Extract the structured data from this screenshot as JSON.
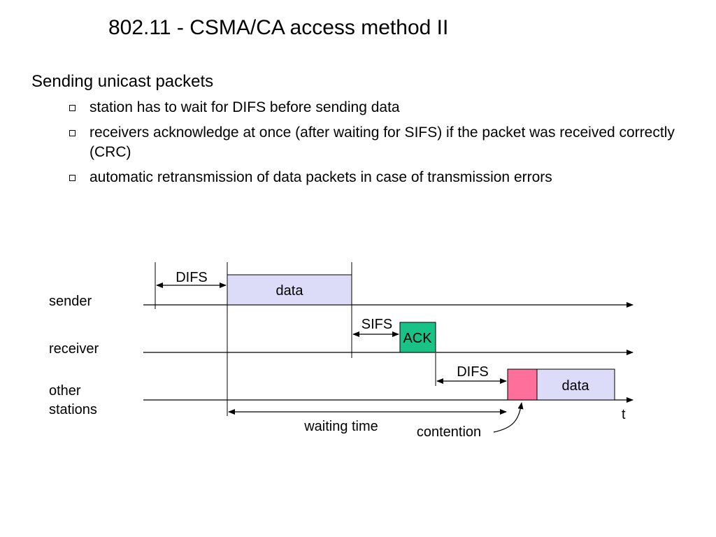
{
  "slide": {
    "title": "802.11 - CSMA/CA access method II",
    "heading": "Sending unicast packets",
    "bullets": [
      "station has to wait for DIFS before sending data",
      "receivers acknowledge at once (after waiting for SIFS) if the packet was received correctly (CRC)",
      "automatic retransmission of data packets in case of transmission errors"
    ]
  },
  "diagram": {
    "rows": {
      "sender": "sender",
      "receiver": "receiver",
      "other_line1": "other",
      "other_line2": "stations"
    },
    "labels": {
      "difs_sender": "DIFS",
      "data_sender": "data",
      "sifs": "SIFS",
      "ack": "ACK",
      "difs_other": "DIFS",
      "data_other": "data",
      "waiting_time": "waiting time",
      "contention": "contention",
      "time_axis": "t"
    },
    "colors": {
      "data_fill": "#dcdcf8",
      "ack_fill": "#19c388",
      "contention_fill": "#ff6f9c",
      "line": "#000000"
    }
  }
}
